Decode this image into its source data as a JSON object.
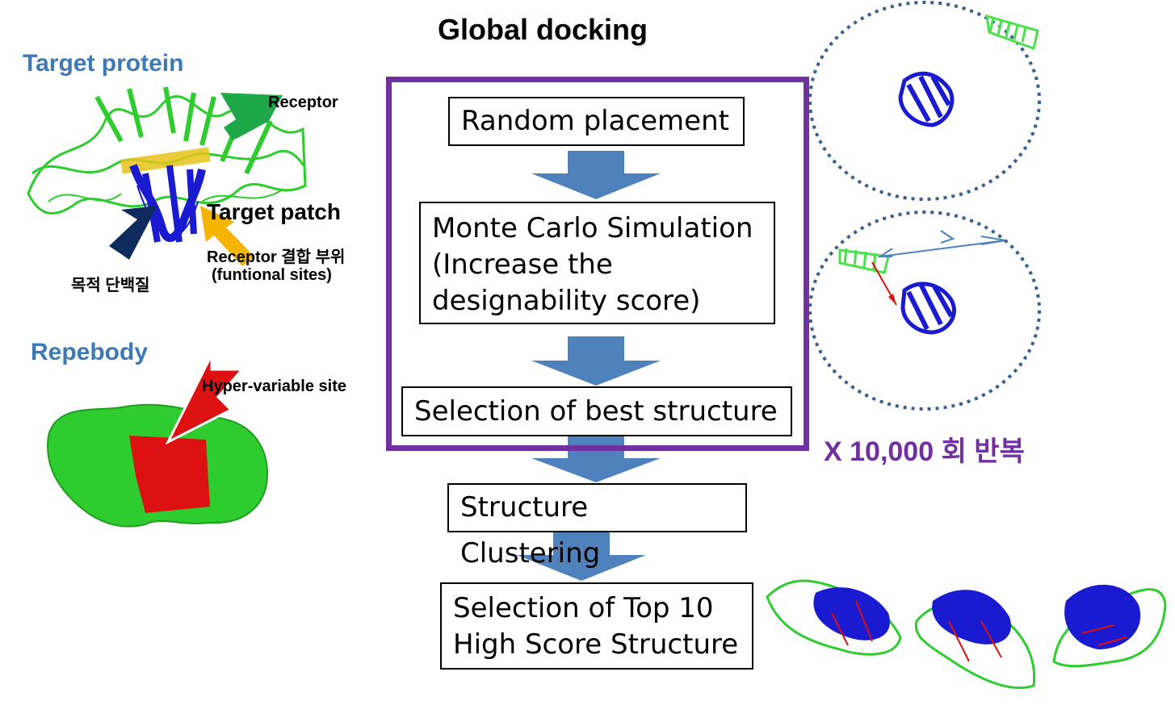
{
  "title": "Global docking",
  "left": {
    "target_protein_label": "Target protein",
    "receptor_label": "Receptor",
    "target_patch_label": "Target patch",
    "receptor_site_label": "Receptor 결합 부위",
    "functional_sites_label": "(funtional sites)",
    "target_korean_label": "목적 단백질",
    "repebody_label": "Repebody",
    "hypervariable_label": "Hyper-variable site"
  },
  "flow": {
    "step1": "Random placement",
    "step2_line1": "Monte Carlo Simulation",
    "step2_line2": "(Increase the",
    "step2_line3": "designability score)",
    "step3": "Selection of best structure",
    "step4": "Structure Clustering",
    "step5_line1": "Selection of Top 10",
    "step5_line2": "High Score Structure"
  },
  "repeat_label": "X 10,000 회 반복",
  "colors": {
    "frame": "#7030a0",
    "arrow_fill": "#4f81bd",
    "label_blue": "#3d7ab5",
    "protein_green": "#2ecc2e",
    "protein_blue": "#1a1ad0",
    "hotspot_red": "#dd1111",
    "arrow_navy": "#0f2a5c",
    "arrow_orange": "#f5b400",
    "arrow_green": "#1fa84a"
  }
}
